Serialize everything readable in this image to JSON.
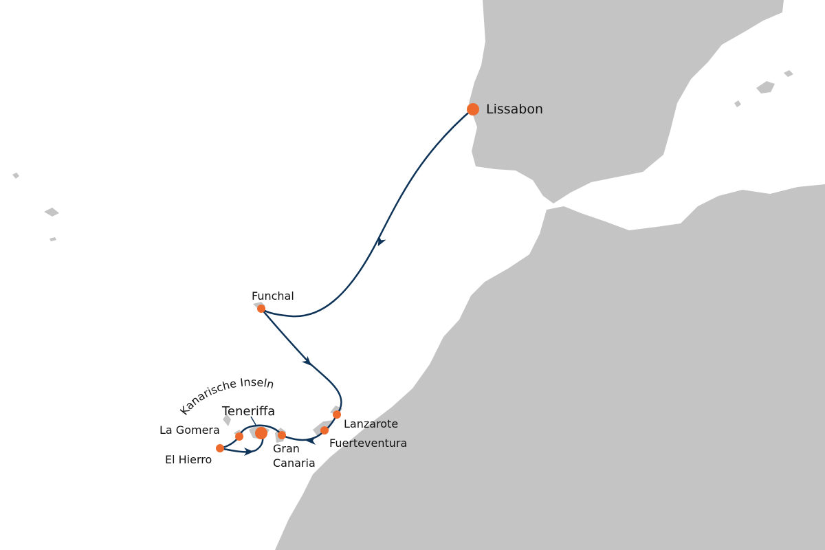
{
  "colors": {
    "land": "#c4c4c4",
    "route": "#0e3358",
    "port": "#ee6a2c",
    "text": "#111111"
  },
  "region_label": "Kanarische Inseln",
  "ports": [
    {
      "name": "Lissabon",
      "type": "start-end"
    },
    {
      "name": "Funchal",
      "type": "stop"
    },
    {
      "name": "Lanzarote",
      "type": "stop"
    },
    {
      "name": "Fuerteventura",
      "type": "stop"
    },
    {
      "name": "Gran",
      "name2": "Canaria",
      "type": "stop"
    },
    {
      "name": "Teneriffa",
      "type": "start-end"
    },
    {
      "name": "La Gomera",
      "type": "stop"
    },
    {
      "name": "El Hierro",
      "type": "stop"
    }
  ]
}
